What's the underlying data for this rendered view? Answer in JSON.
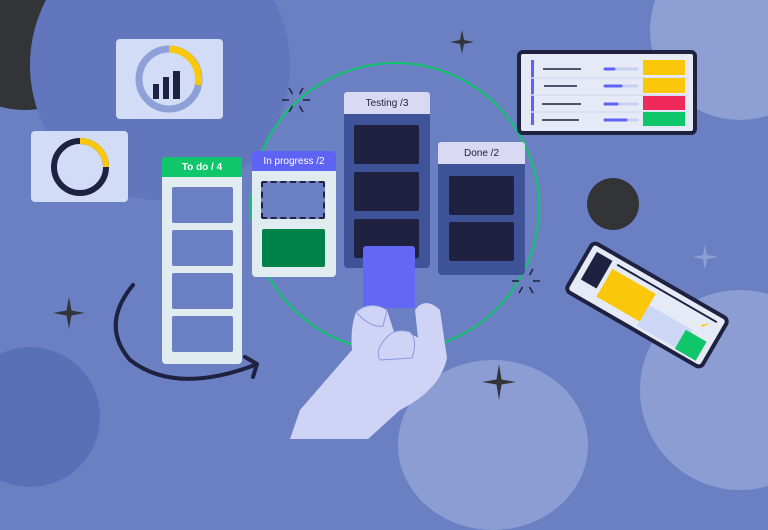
{
  "columns": [
    {
      "label": "To do / 4",
      "header_color": "#10c66b",
      "text_color": "#ffffff",
      "count": 4
    },
    {
      "label": "In progress /2",
      "header_color": "#5f63f5",
      "text_color": "#ffffff",
      "count": 2
    },
    {
      "label": "Testing /3",
      "header_color": "#d9d9f3",
      "text_color": "#1d1f3d",
      "count": 3
    },
    {
      "label": "Done /2",
      "header_color": "#d9d9f3",
      "text_color": "#1d1f3d",
      "count": 2
    }
  ],
  "colors": {
    "background": "#6a80c2",
    "dark": "#1e2140",
    "yellow": "#fbc70a",
    "red": "#ef2a5a",
    "green": "#10c66b",
    "accent_blue": "#5f63f5",
    "card_light": "#d3dcf6"
  },
  "widgets": {
    "bar_chart_card": "bar-chart-donut",
    "donut_card": "donut-progress",
    "task_list_card": {
      "rows": 4,
      "status_colors": [
        "#fbc70a",
        "#fbc70a",
        "#ef2a5a",
        "#10c66b"
      ]
    },
    "tilted_card": "tilted-progress-card"
  }
}
